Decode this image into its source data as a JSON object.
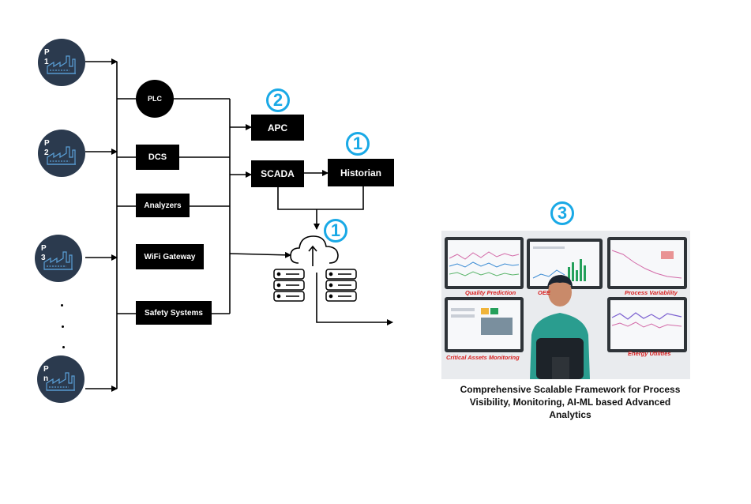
{
  "plants": [
    {
      "letter": "P",
      "index": "1"
    },
    {
      "letter": "P",
      "index": "2"
    },
    {
      "letter": "P",
      "index": "3"
    },
    {
      "letter": "P",
      "index": "n"
    }
  ],
  "ellipsis": ".",
  "nodes": {
    "plc": "PLC",
    "dcs": "DCS",
    "analyzers": "Analyzers",
    "wifi": "WiFi Gateway",
    "safety": "Safety Systems",
    "apc": "APC",
    "scada": "SCADA",
    "historian": "Historian"
  },
  "markers": {
    "apc": "2",
    "historian": "1",
    "cloud": "1",
    "dashboard": "3"
  },
  "dashboard": {
    "screens": [
      "Quality Prediction",
      "OEE",
      "Process Variability",
      "Critical Assets Monitoring",
      "Energy Utilities"
    ]
  },
  "caption": "Comprehensive Scalable Framework for Process Visibility, Monitoring, AI-ML based Advanced Analytics",
  "colors": {
    "accent": "#19a9e6",
    "node_fill": "#000000",
    "plant_fill": "#2b3a4e",
    "plant_icon": "#5a9fd6",
    "label_red": "#d81f1f"
  },
  "icons": [
    "factory-icon",
    "cloud-upload-icon",
    "server-rack-icon",
    "operator-icon"
  ]
}
